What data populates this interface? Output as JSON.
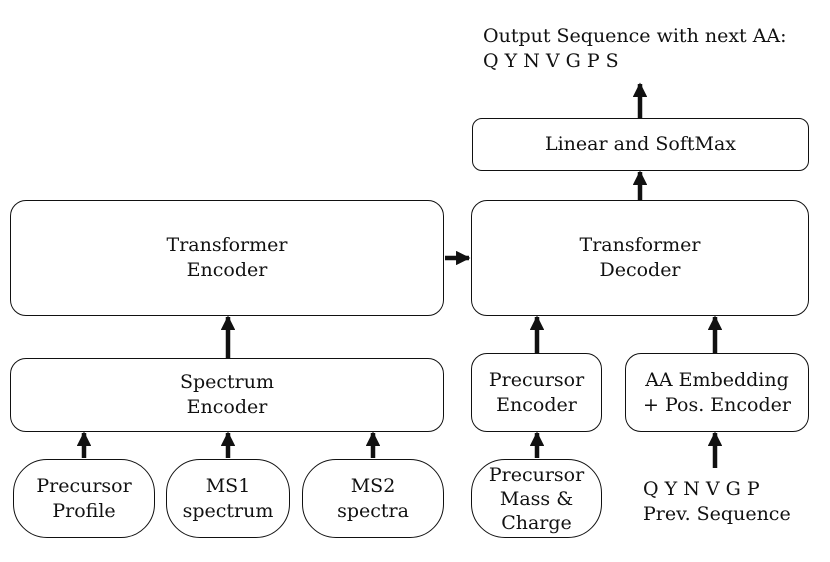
{
  "output": {
    "line1": "Output Sequence with next AA:",
    "line2": "Q Y N V G P S"
  },
  "blocks": {
    "linear_softmax": "Linear and SoftMax",
    "transformer_encoder": {
      "line1": "Transformer",
      "line2": "Encoder"
    },
    "transformer_decoder": {
      "line1": "Transformer",
      "line2": "Decoder"
    },
    "spectrum_encoder": {
      "line1": "Spectrum",
      "line2": "Encoder"
    },
    "precursor_encoder": {
      "line1": "Precursor",
      "line2": "Encoder"
    },
    "aa_embedding": {
      "line1": "AA Embedding",
      "line2": "+ Pos. Encoder"
    }
  },
  "inputs": {
    "precursor_profile": {
      "line1": "Precursor",
      "line2": "Profile"
    },
    "ms1_spectrum": {
      "line1": "MS1",
      "line2": "spectrum"
    },
    "ms2_spectra": {
      "line1": "MS2",
      "line2": "spectra"
    },
    "precursor_mass_charge": {
      "line1": "Precursor",
      "line2": "Mass &",
      "line3": "Charge"
    }
  },
  "prev_sequence": {
    "line1": "Q Y N V G P",
    "line2": "Prev. Sequence"
  }
}
